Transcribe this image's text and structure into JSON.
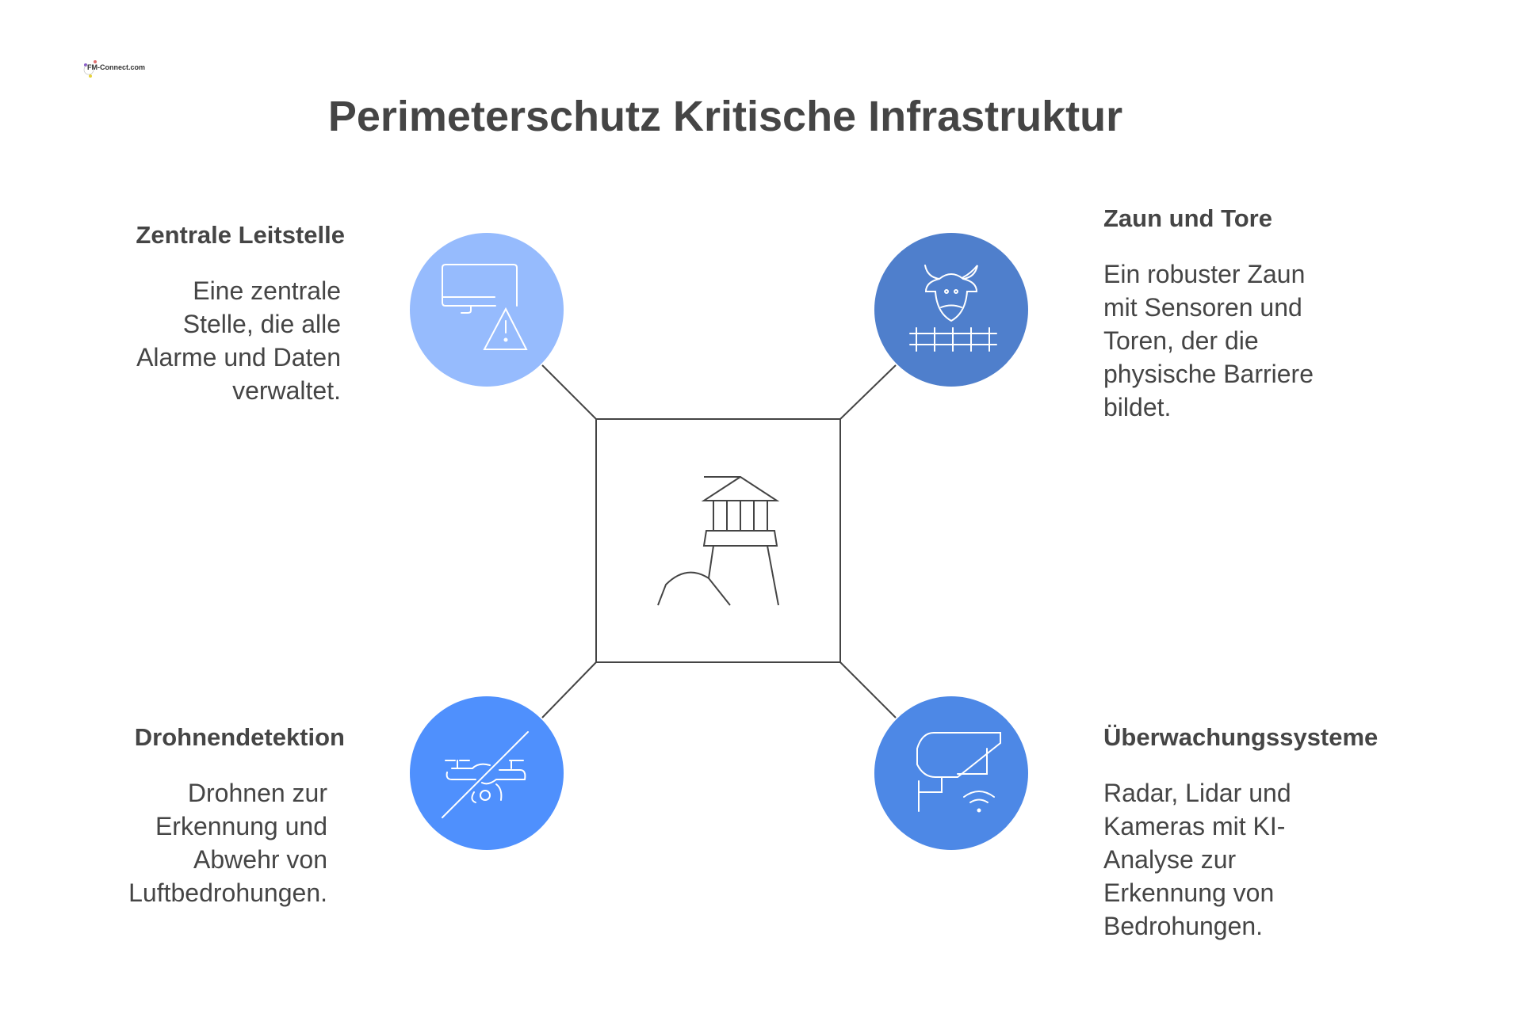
{
  "logo": {
    "text": "FM-Connect.com"
  },
  "title": "Perimeterschutz Kritische Infrastruktur",
  "colors": {
    "tl": "#96bbfd",
    "tr": "#4f7fcc",
    "bl": "#4f90fd",
    "br": "#4d88e6",
    "line": "#444444"
  },
  "center": {
    "icon": "watchtower-icon"
  },
  "items": [
    {
      "title": "Zentrale Leitstelle",
      "text": "Eine zentrale\nStelle, die alle\nAlarme und Daten\nverwaltet.",
      "icon": "monitor-alert-icon"
    },
    {
      "title": "Zaun und Tore",
      "text": "Ein robuster Zaun\nmit Sensoren und\nToren, der die\nphysische Barriere\nbildet.",
      "icon": "cow-fence-icon"
    },
    {
      "title": "Drohnendetektion",
      "text": "Drohnen zur\nErkennung und\nAbwehr von\nLuftbedrohungen.",
      "icon": "drone-off-icon"
    },
    {
      "title": "Überwachungssysteme",
      "text": "Radar, Lidar und\nKameras mit KI-\nAnalyse zur\nErkennung von\nBedrohungen.",
      "icon": "security-camera-icon"
    }
  ]
}
